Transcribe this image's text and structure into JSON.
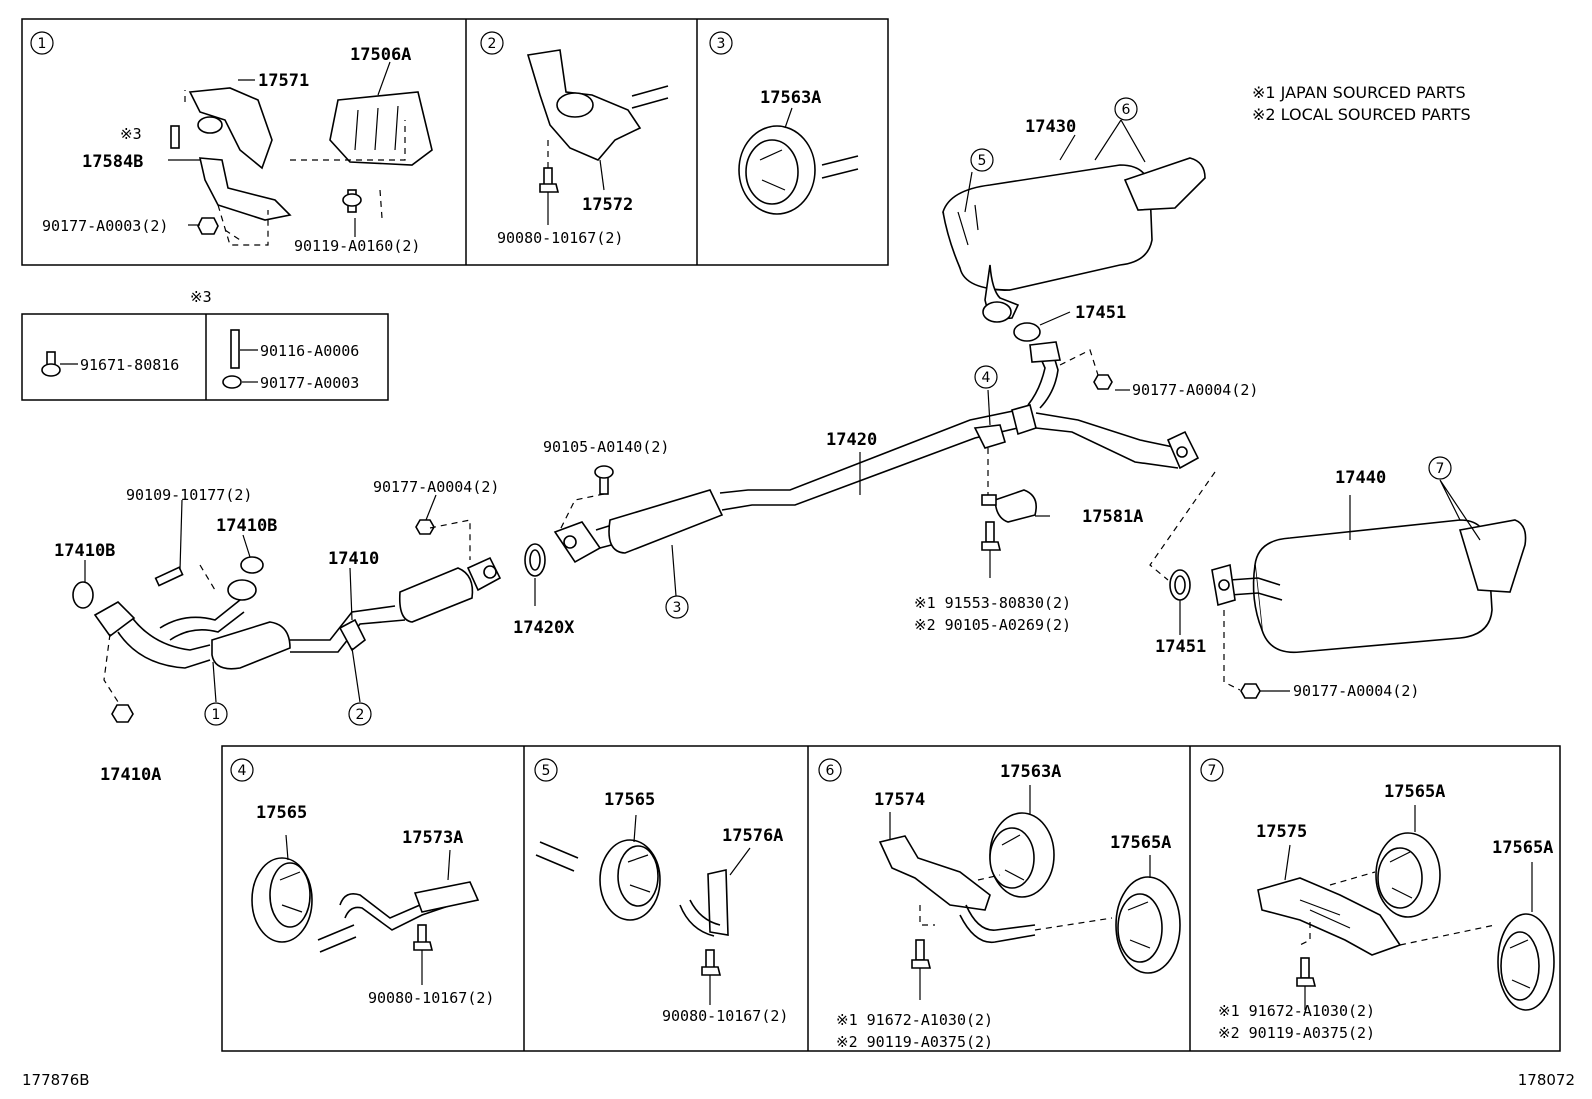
{
  "notes": {
    "n1": "※1 JAPAN SOURCED PARTS",
    "n2": "※2 LOCAL SOURCED PARTS"
  },
  "footer": {
    "left": "177876B",
    "right": "178072"
  },
  "callouts": [
    "1",
    "2",
    "3",
    "4",
    "5",
    "6",
    "7"
  ],
  "parts": {
    "p17571": "17571",
    "p17506A": "17506A",
    "p_ref3_a": "※3",
    "p17584B": "17584B",
    "p90177_A0003_2": "90177-A0003(2)",
    "p90119_A0160_2": "90119-A0160(2)",
    "p90080_10167_2_b2": "90080-10167(2)",
    "p17572": "17572",
    "p17563A_b3": "17563A",
    "p_ref3_b": "※3",
    "p91671_80816": "91671-80816",
    "p90116_A0006": "90116-A0006",
    "p90177_A0003": "90177-A0003",
    "p17430": "17430",
    "p17451_top": "17451",
    "p90177_A0004_2_mid": "90177-A0004(2)",
    "p17420": "17420",
    "p90105_A0140_2": "90105-A0140(2)",
    "p17581A": "17581A",
    "p91553_80830_2": "※1 91553-80830(2)",
    "p90105_A0269_2": "※2 90105-A0269(2)",
    "p17440": "17440",
    "p17451_right": "17451",
    "p90177_A0004_2_right": "90177-A0004(2)",
    "p90109_10177_2": "90109-10177(2)",
    "p90177_A0004_2_left": "90177-A0004(2)",
    "p17410B_left": "17410B",
    "p17410B_right": "17410B",
    "p17410": "17410",
    "p17420X": "17420X",
    "p17410A": "17410A",
    "p17565_b4": "17565",
    "p17573A": "17573A",
    "p90080_10167_2_b4": "90080-10167(2)",
    "p17565_b5": "17565",
    "p17576A": "17576A",
    "p90080_10167_2_b5": "90080-10167(2)",
    "p17574": "17574",
    "p17563A_b6": "17563A",
    "p17565A_b6": "17565A",
    "p91672_A1030_2_b6": "※1 91672-A1030(2)",
    "p90119_A0375_2_b6": "※2 90119-A0375(2)",
    "p17575": "17575",
    "p17565A_b7a": "17565A",
    "p17565A_b7b": "17565A",
    "p91672_A1030_2_b7": "※1 91672-A1030(2)",
    "p90119_A0375_2_b7": "※2 90119-A0375(2)"
  }
}
